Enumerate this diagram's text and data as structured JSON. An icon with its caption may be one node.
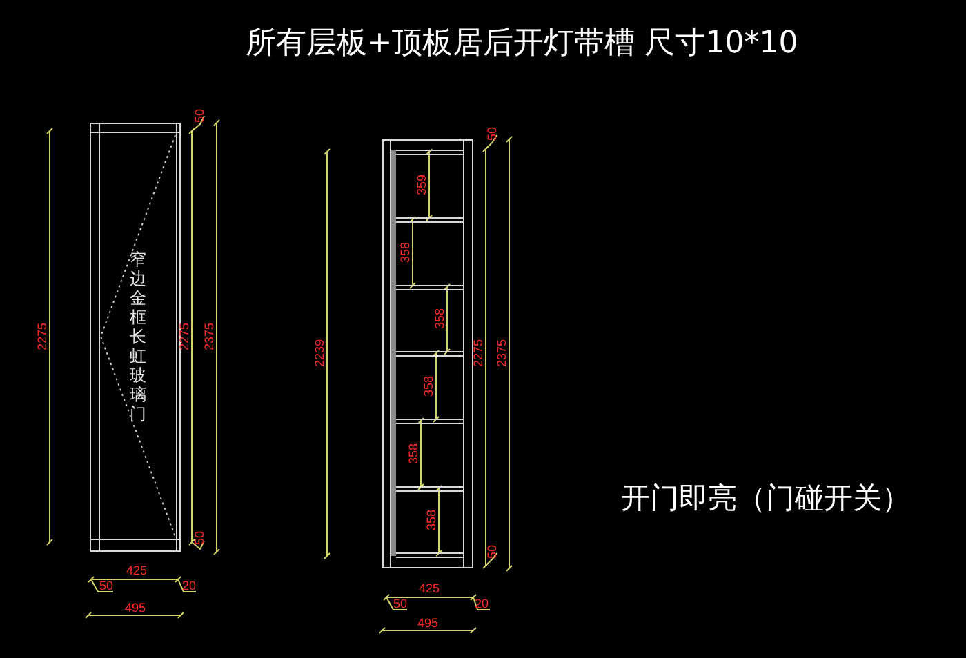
{
  "diagram": {
    "title": "所有层板+顶板居后开灯带槽  尺寸10*10",
    "nodes": [
      {
        "text": [
          "窄边金框长虹玻璃门"
        ]
      },
      {
        "text": [],
        "shape": "box"
      }
    ],
    "edges": [],
    "labels": [
      "50",
      "2275",
      "2275",
      "2375",
      "50",
      "425",
      "50",
      "20",
      "495",
      "50",
      "359",
      "358",
      "2239",
      "358",
      "2275",
      "2375",
      "358",
      "358",
      "358",
      "50",
      "425",
      "50",
      "20",
      "495",
      "开门即亮（门碰开关）"
    ]
  }
}
